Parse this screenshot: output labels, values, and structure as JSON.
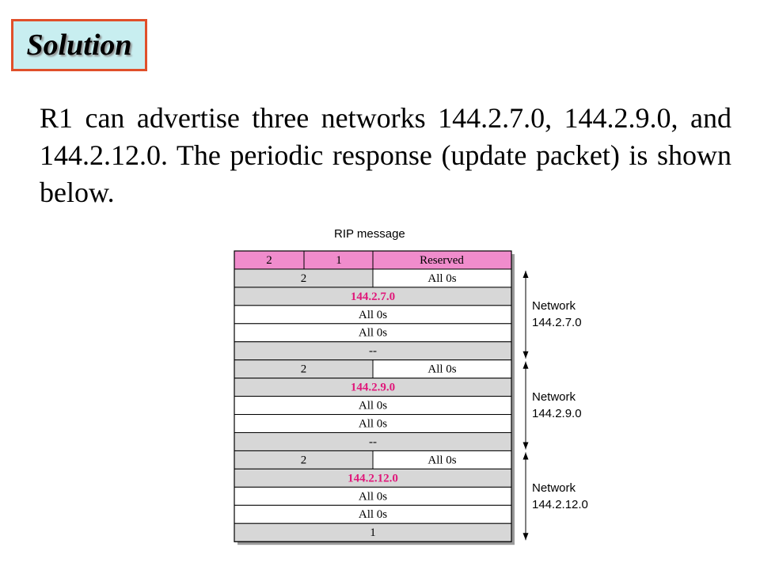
{
  "heading": {
    "label": "Solution"
  },
  "paragraph": "R1 can advertise three networks 144.2.7.0, 144.2.9.0, and 144.2.12.0. The periodic response (update packet) is shown below.",
  "diagram": {
    "caption": "RIP message",
    "header_row": [
      "2",
      "1",
      "Reserved"
    ],
    "rows": [
      {
        "cells": [
          "2",
          "All 0s"
        ],
        "shaded": true
      },
      {
        "cells": [
          "144.2.7.0"
        ],
        "shaded": true,
        "accent": true
      },
      {
        "cells": [
          "All 0s"
        ],
        "shaded": false
      },
      {
        "cells": [
          "All 0s"
        ],
        "shaded": false
      },
      {
        "cells": [
          "--"
        ],
        "shaded": true
      },
      {
        "cells": [
          "2",
          "All 0s"
        ],
        "shaded": true
      },
      {
        "cells": [
          "144.2.9.0"
        ],
        "shaded": true,
        "accent": true
      },
      {
        "cells": [
          "All 0s"
        ],
        "shaded": false
      },
      {
        "cells": [
          "All 0s"
        ],
        "shaded": false
      },
      {
        "cells": [
          "--"
        ],
        "shaded": true
      },
      {
        "cells": [
          "2",
          "All 0s"
        ],
        "shaded": true
      },
      {
        "cells": [
          "144.2.12.0"
        ],
        "shaded": true,
        "accent": true
      },
      {
        "cells": [
          "All 0s"
        ],
        "shaded": false
      },
      {
        "cells": [
          "All 0s"
        ],
        "shaded": false
      },
      {
        "cells": [
          "1"
        ],
        "shaded": true
      }
    ],
    "groups": [
      {
        "line1": "Network",
        "line2": "144.2.7.0"
      },
      {
        "line1": "Network",
        "line2": "144.2.9.0"
      },
      {
        "line1": "Network",
        "line2": "144.2.12.0"
      }
    ],
    "colors": {
      "header_fill": "#f08ccc",
      "shaded_fill": "#d7d7d7",
      "accent_text": "#e0187a",
      "border": "#000000"
    }
  }
}
